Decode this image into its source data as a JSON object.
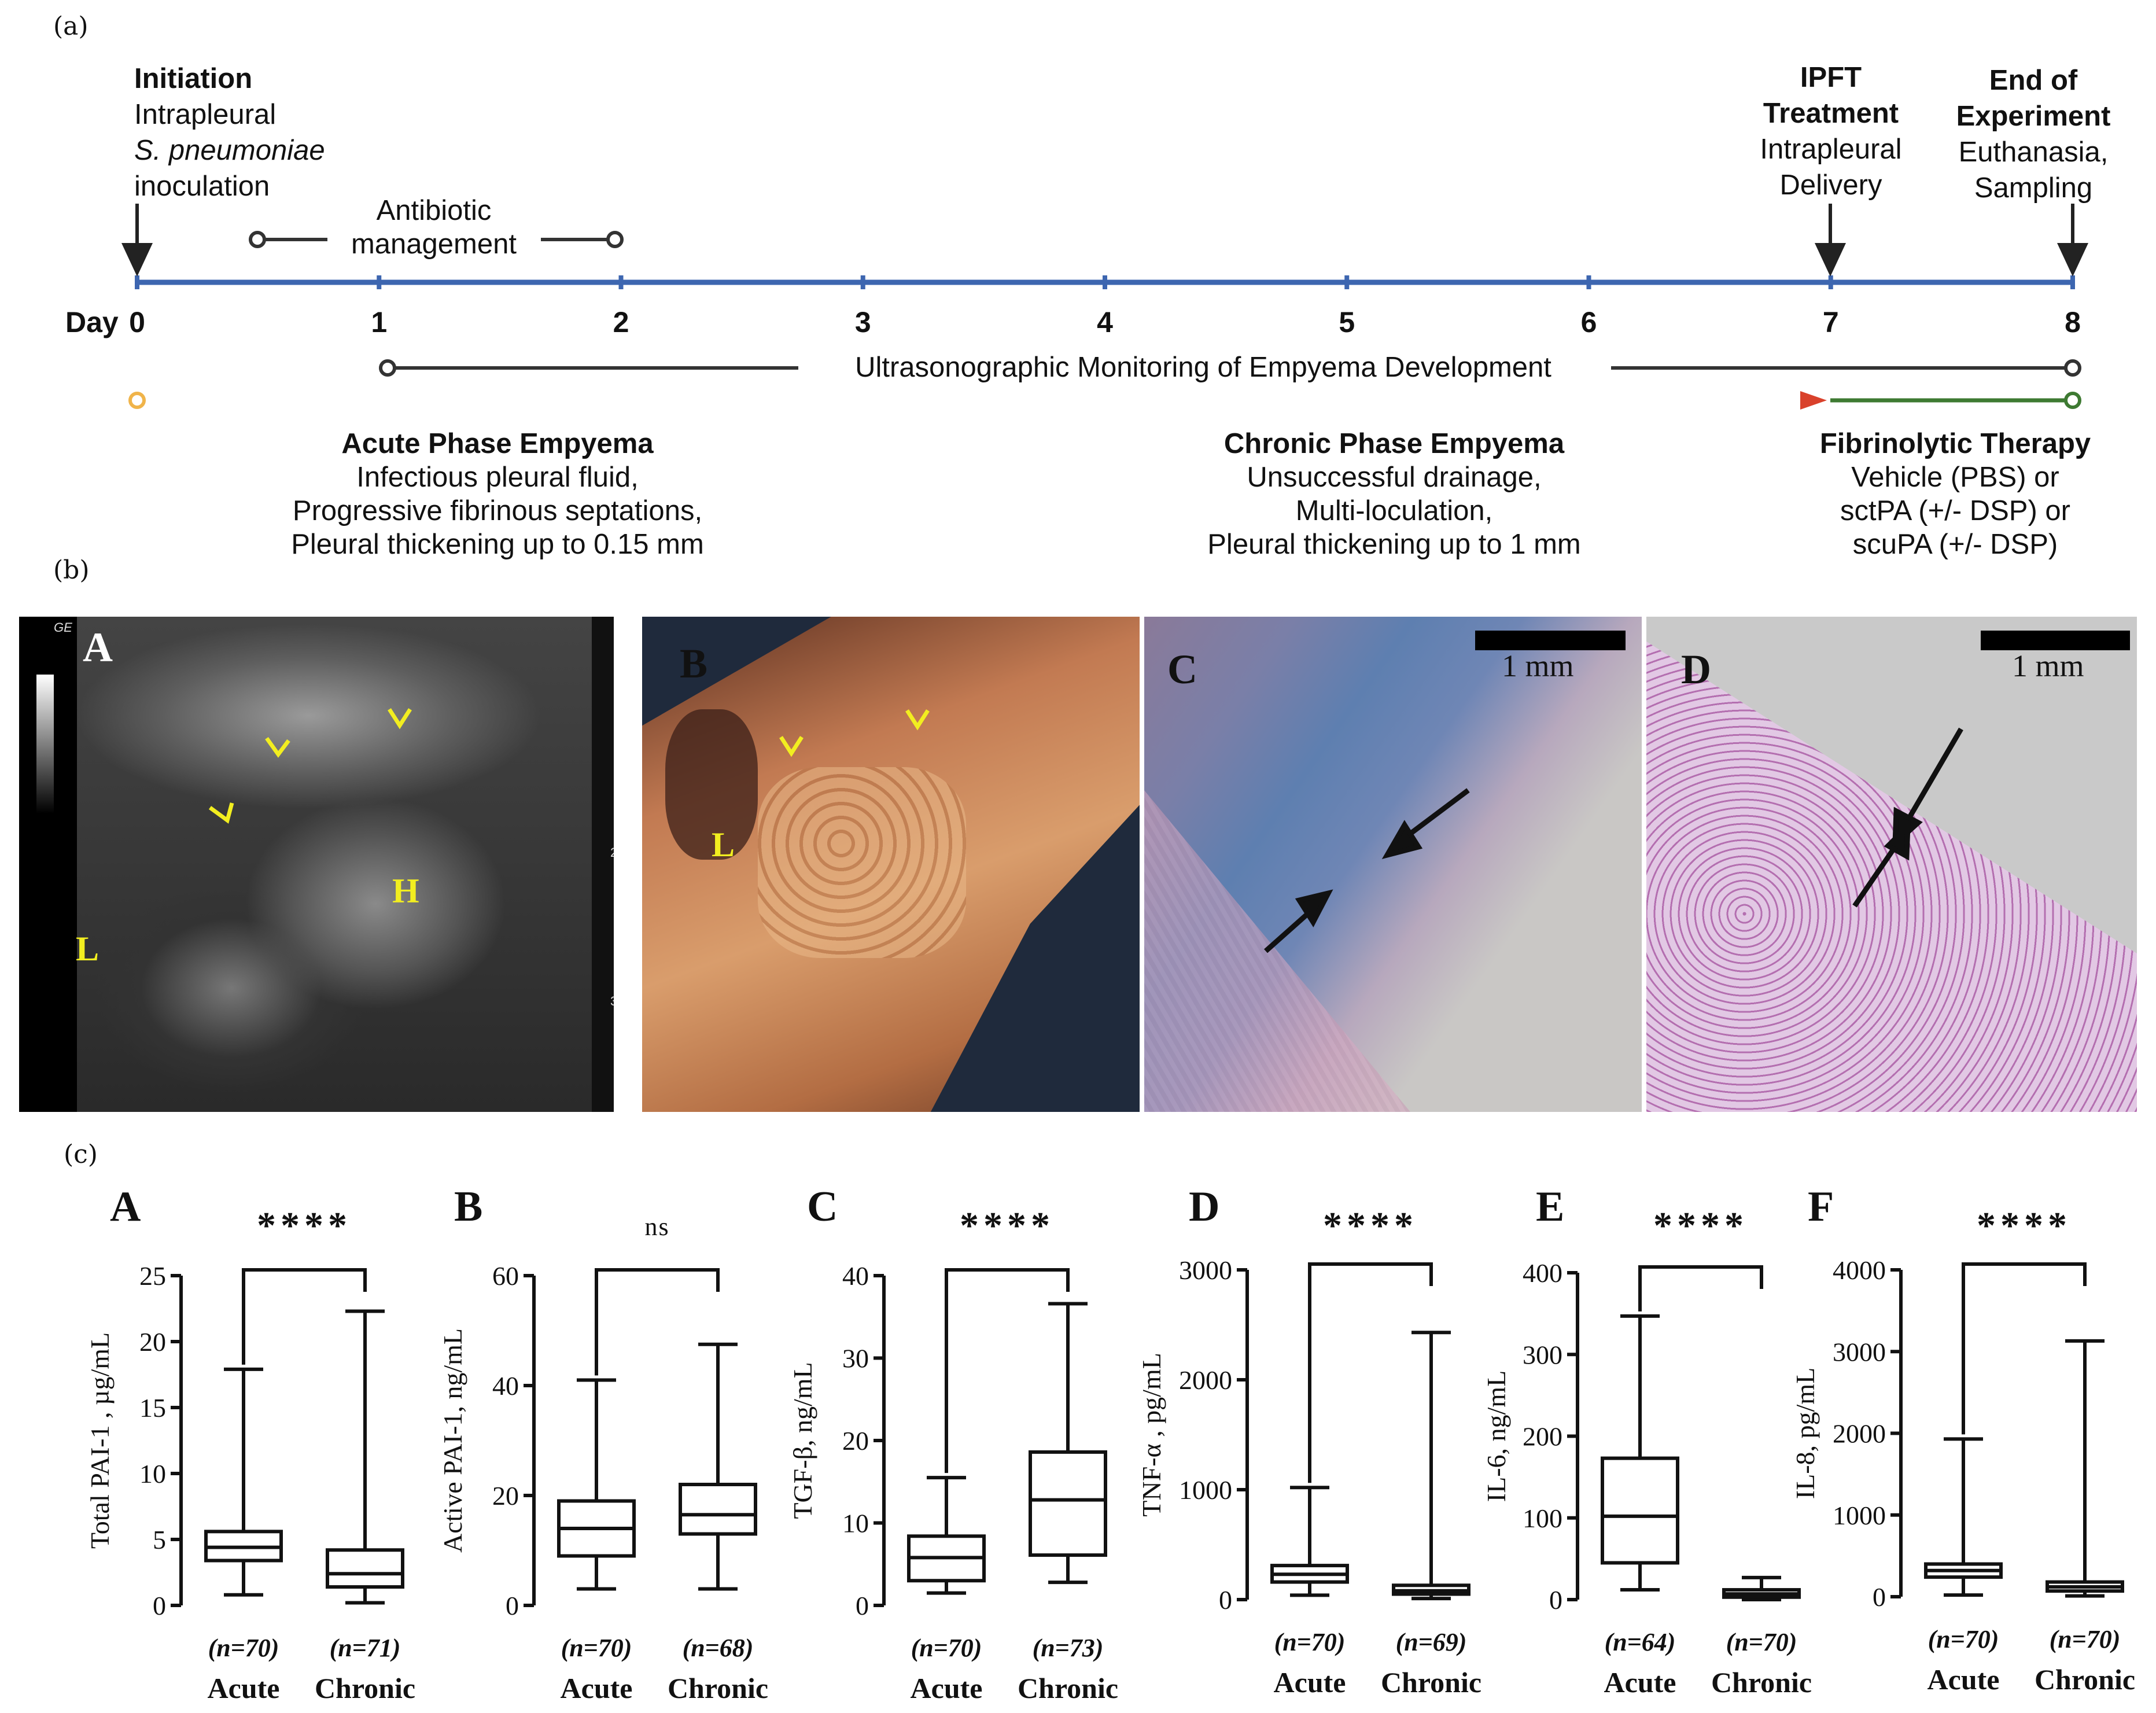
{
  "panel_labels": {
    "a": "(a)",
    "b": "(b)",
    "c": "(c)"
  },
  "timeline": {
    "day_prefix": "Day",
    "days": [
      "0",
      "1",
      "2",
      "3",
      "4",
      "5",
      "6",
      "7",
      "8"
    ],
    "initiation": {
      "title": "Initiation",
      "line1": "Intrapleural",
      "line2": "S. pneumoniae",
      "line3": "inoculation"
    },
    "antibiotic": {
      "line1": "Antibiotic",
      "line2": "management"
    },
    "ipft": {
      "title1": "IPFT",
      "title2": "Treatment",
      "line1": "Intrapleural",
      "line2": "Delivery"
    },
    "end": {
      "title1": "End of",
      "title2": "Experiment",
      "line1": "Euthanasia,",
      "line2": "Sampling"
    },
    "ultrasound": "Ultrasonographic Monitoring of Empyema Development",
    "acute": {
      "title": "Acute Phase Empyema",
      "line1": "Infectious pleural fluid,",
      "line2": "Progressive fibrinous septations,",
      "line3": "Pleural thickening up to 0.15 mm"
    },
    "chronic": {
      "title": "Chronic Phase Empyema",
      "line1": "Unsuccessful drainage,",
      "line2": "Multi-loculation,",
      "line3": "Pleural thickening up to 1 mm"
    },
    "fibrinolytic": {
      "title": "Fibrinolytic Therapy",
      "line1": "Vehicle (PBS) or",
      "line2": "sctPA (+/- DSP) or",
      "line3": "scuPA (+/- DSP)"
    },
    "colors": {
      "axis": "#3d66b0",
      "acute": "#f0b44a",
      "chronic": "#d9412b",
      "therapy": "#3e7a32",
      "bracket": "#333333"
    }
  },
  "images": {
    "A": {
      "letter": "A",
      "labels": [
        "L",
        "H"
      ],
      "corner": "GE",
      "scale_marks": [
        "2",
        "3"
      ]
    },
    "B": {
      "letter": "B",
      "labels": [
        "L"
      ]
    },
    "C": {
      "letter": "C",
      "scale": "1 mm"
    },
    "D": {
      "letter": "D",
      "scale": "1 mm"
    }
  },
  "chart_data": [
    {
      "type": "box",
      "panel": "A",
      "ylabel": "Total PAI-1 , µg/mL",
      "ylim": [
        0,
        25
      ],
      "ticks": [
        0,
        5,
        10,
        15,
        20,
        25
      ],
      "significance": "****",
      "categories": [
        "Acute",
        "Chronic"
      ],
      "n": [
        "(n=70)",
        "(n=71)"
      ],
      "boxes": [
        {
          "min": 0.8,
          "q1": 3.4,
          "median": 4.4,
          "q3": 5.6,
          "max": 17.9
        },
        {
          "min": 0.2,
          "q1": 1.4,
          "median": 2.4,
          "q3": 4.2,
          "max": 22.3
        }
      ]
    },
    {
      "type": "box",
      "panel": "B",
      "ylabel": "Active PAI-1, ng/mL",
      "ylim": [
        0,
        60
      ],
      "ticks": [
        0,
        20,
        40,
        60
      ],
      "significance": "ns",
      "categories": [
        "Acute",
        "Chronic"
      ],
      "n": [
        "(n=70)",
        "(n=68)"
      ],
      "boxes": [
        {
          "min": 3,
          "q1": 9,
          "median": 14,
          "q3": 19,
          "max": 41
        },
        {
          "min": 3,
          "q1": 13,
          "median": 16.5,
          "q3": 22,
          "max": 47.5
        }
      ]
    },
    {
      "type": "box",
      "panel": "C",
      "ylabel": "TGF-β, ng/mL",
      "ylim": [
        0,
        40
      ],
      "ticks": [
        0,
        10,
        20,
        30,
        40
      ],
      "significance": "****",
      "categories": [
        "Acute",
        "Chronic"
      ],
      "n": [
        "(n=70)",
        "(n=73)"
      ],
      "boxes": [
        {
          "min": 1.5,
          "q1": 3,
          "median": 5.8,
          "q3": 8.4,
          "max": 15.5
        },
        {
          "min": 2.8,
          "q1": 6.1,
          "median": 12.8,
          "q3": 18.6,
          "max": 36.6
        }
      ]
    },
    {
      "type": "box",
      "panel": "D",
      "ylabel": "TNF-α , pg/mL",
      "ylim": [
        0,
        3000
      ],
      "ticks": [
        0,
        1000,
        2000,
        3000
      ],
      "significance": "****",
      "categories": [
        "Acute",
        "Chronic"
      ],
      "n": [
        "(n=70)",
        "(n=69)"
      ],
      "boxes": [
        {
          "min": 40,
          "q1": 160,
          "median": 230,
          "q3": 310,
          "max": 1020
        },
        {
          "min": 10,
          "q1": 50,
          "median": 80,
          "q3": 130,
          "max": 2430
        }
      ]
    },
    {
      "type": "box",
      "panel": "E",
      "ylabel": "IL-6, ng/mL",
      "ylim": [
        0,
        400
      ],
      "ticks": [
        0,
        100,
        200,
        300,
        400
      ],
      "significance": "****",
      "categories": [
        "Acute",
        "Chronic"
      ],
      "n": [
        "(n=64)",
        "(n=70)"
      ],
      "boxes": [
        {
          "min": 12,
          "q1": 45,
          "median": 102,
          "q3": 173,
          "max": 347
        },
        {
          "min": 0,
          "q1": 3,
          "median": 7,
          "q3": 12,
          "max": 27
        }
      ]
    },
    {
      "type": "box",
      "panel": "F",
      "ylabel": "IL-8, pg/mL",
      "ylim": [
        0,
        4000
      ],
      "ticks": [
        0,
        1000,
        2000,
        3000,
        4000
      ],
      "significance": "****",
      "categories": [
        "Acute",
        "Chronic"
      ],
      "n": [
        "(n=70)",
        "(n=70)"
      ],
      "boxes": [
        {
          "min": 20,
          "q1": 240,
          "median": 320,
          "q3": 400,
          "max": 1930
        },
        {
          "min": 10,
          "q1": 70,
          "median": 120,
          "q3": 180,
          "max": 3130
        }
      ]
    }
  ]
}
